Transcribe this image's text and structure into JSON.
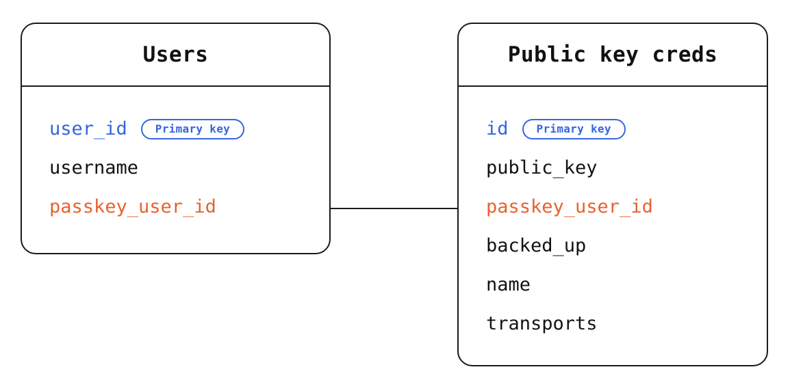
{
  "diagram": {
    "type": "entity-relationship-diagram",
    "background_color": "#ffffff",
    "colors": {
      "primary_key": "#3366dd",
      "foreign_key": "#e8622c",
      "text": "#121212",
      "border": "#1a1a1a"
    }
  },
  "entities": [
    {
      "id": "users",
      "title": "Users",
      "fields": [
        {
          "name": "user_id",
          "role": "pk",
          "badge": "Primary key"
        },
        {
          "name": "username",
          "role": "plain",
          "badge": null
        },
        {
          "name": "passkey_user_id",
          "role": "fk",
          "badge": null
        }
      ]
    },
    {
      "id": "public-key-creds",
      "title": "Public key creds",
      "fields": [
        {
          "name": "id",
          "role": "pk",
          "badge": "Primary key"
        },
        {
          "name": "public_key",
          "role": "plain",
          "badge": null
        },
        {
          "name": "passkey_user_id",
          "role": "fk",
          "badge": null
        },
        {
          "name": "backed_up",
          "role": "plain",
          "badge": null
        },
        {
          "name": "name",
          "role": "plain",
          "badge": null
        },
        {
          "name": "transports",
          "role": "plain",
          "badge": null
        }
      ]
    }
  ],
  "relationships": [
    {
      "id": "users-to-creds",
      "from_entity": "users",
      "from_field": "passkey_user_id",
      "to_entity": "public-key-creds",
      "to_field": "passkey_user_id"
    }
  ]
}
